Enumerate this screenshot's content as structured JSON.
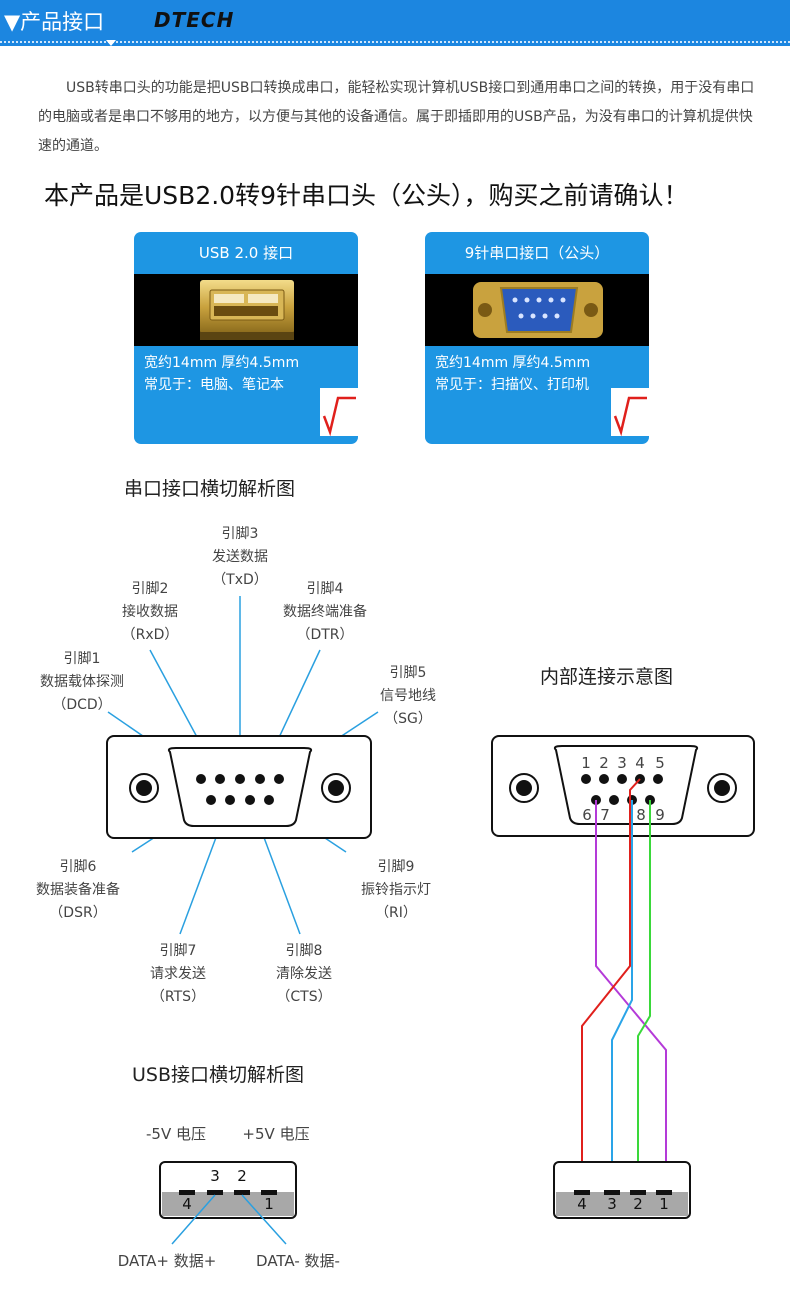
{
  "header": {
    "title": "▼产品接口",
    "logo": "DTECH"
  },
  "intro": "USB转串口头的功能是把USB口转换成串口，能轻松实现计算机USB接口到通用串口之间的转换，用于没有串口的电脑或者是串口不够用的地方，以方便与其他的设备通信。属于即插即用的USB产品，为没有串口的计算机提供快速的通道。",
  "headline": "本产品是USB2.0转9针串口头（公头），购买之前请确认！",
  "cards": {
    "usb": {
      "title": "USB 2.0 接口",
      "spec1": "宽约14mm  厚约4.5mm",
      "spec2": "常见于：电脑、笔记本"
    },
    "serial": {
      "title": "9针串口接口（公头）",
      "spec1": "宽约14mm  厚约4.5mm",
      "spec2": "常见于：扫描仪、打印机"
    }
  },
  "serial_section": {
    "title": "串口接口横切解析图",
    "pins": {
      "p1": {
        "name": "引脚1",
        "desc": "数据载体探测",
        "abbr": "（DCD）"
      },
      "p2": {
        "name": "引脚2",
        "desc": "接收数据",
        "abbr": "（RxD）"
      },
      "p3": {
        "name": "引脚3",
        "desc": "发送数据",
        "abbr": "（TxD）"
      },
      "p4": {
        "name": "引脚4",
        "desc": "数据终端准备",
        "abbr": "（DTR）"
      },
      "p5": {
        "name": "引脚5",
        "desc": "信号地线",
        "abbr": "（SG）"
      },
      "p6": {
        "name": "引脚6",
        "desc": "数据装备准备",
        "abbr": "（DSR）"
      },
      "p7": {
        "name": "引脚7",
        "desc": "请求发送",
        "abbr": "（RTS）"
      },
      "p8": {
        "name": "引脚8",
        "desc": "清除发送",
        "abbr": "（CTS）"
      },
      "p9": {
        "name": "引脚9",
        "desc": "振铃指示灯",
        "abbr": "（RI）"
      }
    }
  },
  "usb_section": {
    "title": "USB接口横切解析图",
    "minus5v": "-5V 电压",
    "plus5v": "+5V 电压",
    "data_plus": "DATA+ 数据+",
    "data_minus": "DATA- 数据-",
    "pin_numbers": {
      "n3": "3",
      "n2": "2",
      "n4": "4",
      "n1": "1"
    }
  },
  "internal_section": {
    "title": "内部连接示意图",
    "serial_top_numbers": {
      "n1": "1",
      "n2": "2",
      "n3": "3",
      "n4": "4",
      "n5": "5"
    },
    "serial_bottom_numbers": {
      "n6": "6",
      "n7": "7",
      "n8": "8",
      "n9": "9"
    },
    "usb_numbers": {
      "n4": "4",
      "n3": "3",
      "n2": "2",
      "n1": "1"
    }
  },
  "colors": {
    "header_blue": "#1c86e0",
    "card_blue": "#1e96e3",
    "leader_line": "#2aa0e0",
    "wire_red": "#e0201c",
    "wire_blue": "#2aa4e8",
    "wire_green": "#3ad83a",
    "wire_purple": "#b43ad8"
  }
}
